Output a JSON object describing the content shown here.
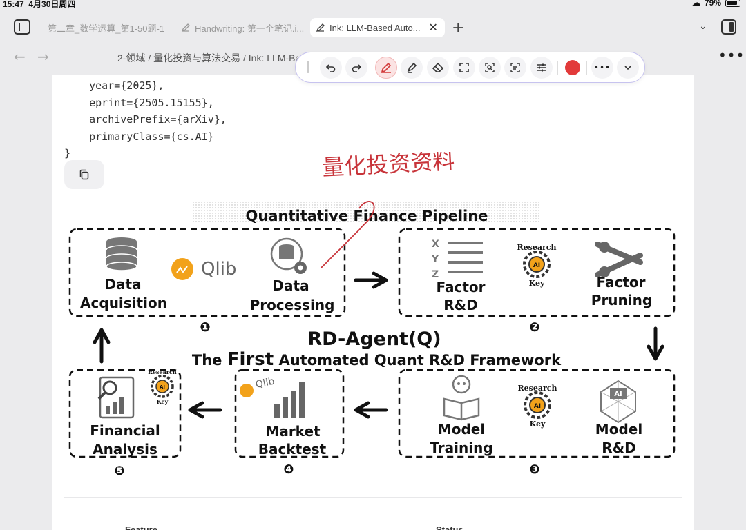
{
  "status": {
    "time": "15:47",
    "date": "4月30日周四",
    "battery": "79%"
  },
  "tabs": [
    {
      "label": "第二章_数学运算_第1-50题-1"
    },
    {
      "label": "Handwriting: 第一个笔记.i..."
    },
    {
      "label": "Ink: LLM-Based Auto..."
    }
  ],
  "breadcrumb": "2-领域 / 量化投资与算法交易 / Ink: LLM-Based Automated Quant",
  "code_lines": [
    "    year={2025},",
    "    eprint={2505.15155},",
    "    archivePrefix={arXiv},",
    "    primaryClass={cs.AI}",
    "}"
  ],
  "handwritten_note": "量化投资资料",
  "figure": {
    "title": "Quantitative Finance Pipeline",
    "center_title": "RD-Agent(Q)",
    "center_subtitle_pre": "The ",
    "center_subtitle_em": "First",
    "center_subtitle_post": " Automated Quant R&D Framework",
    "qlib_label": "Qlib",
    "research_label": "Research",
    "key_label": "Key",
    "ai_label": "AI",
    "axis_letters": [
      "X",
      "Y",
      "Z"
    ],
    "stage_numbers": [
      "❶",
      "❷",
      "❸",
      "❹",
      "❺"
    ],
    "box1": {
      "item1_line1": "Data",
      "item1_line2": "Acquisition",
      "item2_line1": "Data",
      "item2_line2": "Processing"
    },
    "box2": {
      "item1_line1": "Factor",
      "item1_line2": "R&D",
      "item2_line1": "Factor",
      "item2_line2": "Pruning"
    },
    "box3": {
      "item1_line1": "Model",
      "item1_line2": "Training",
      "item2_line1": "Model",
      "item2_line2": "R&D"
    },
    "box4": {
      "line1": "Market",
      "line2": "Backtest"
    },
    "box5": {
      "line1": "Financial",
      "line2": "Analysis"
    }
  },
  "table_headers": [
    "Feature",
    "Status"
  ],
  "colors": {
    "ink": "#e23a3a",
    "toolbar_border": "#c7c3ef",
    "handwriting": "#c8343a",
    "qlib_orange": "#f2a21b"
  }
}
